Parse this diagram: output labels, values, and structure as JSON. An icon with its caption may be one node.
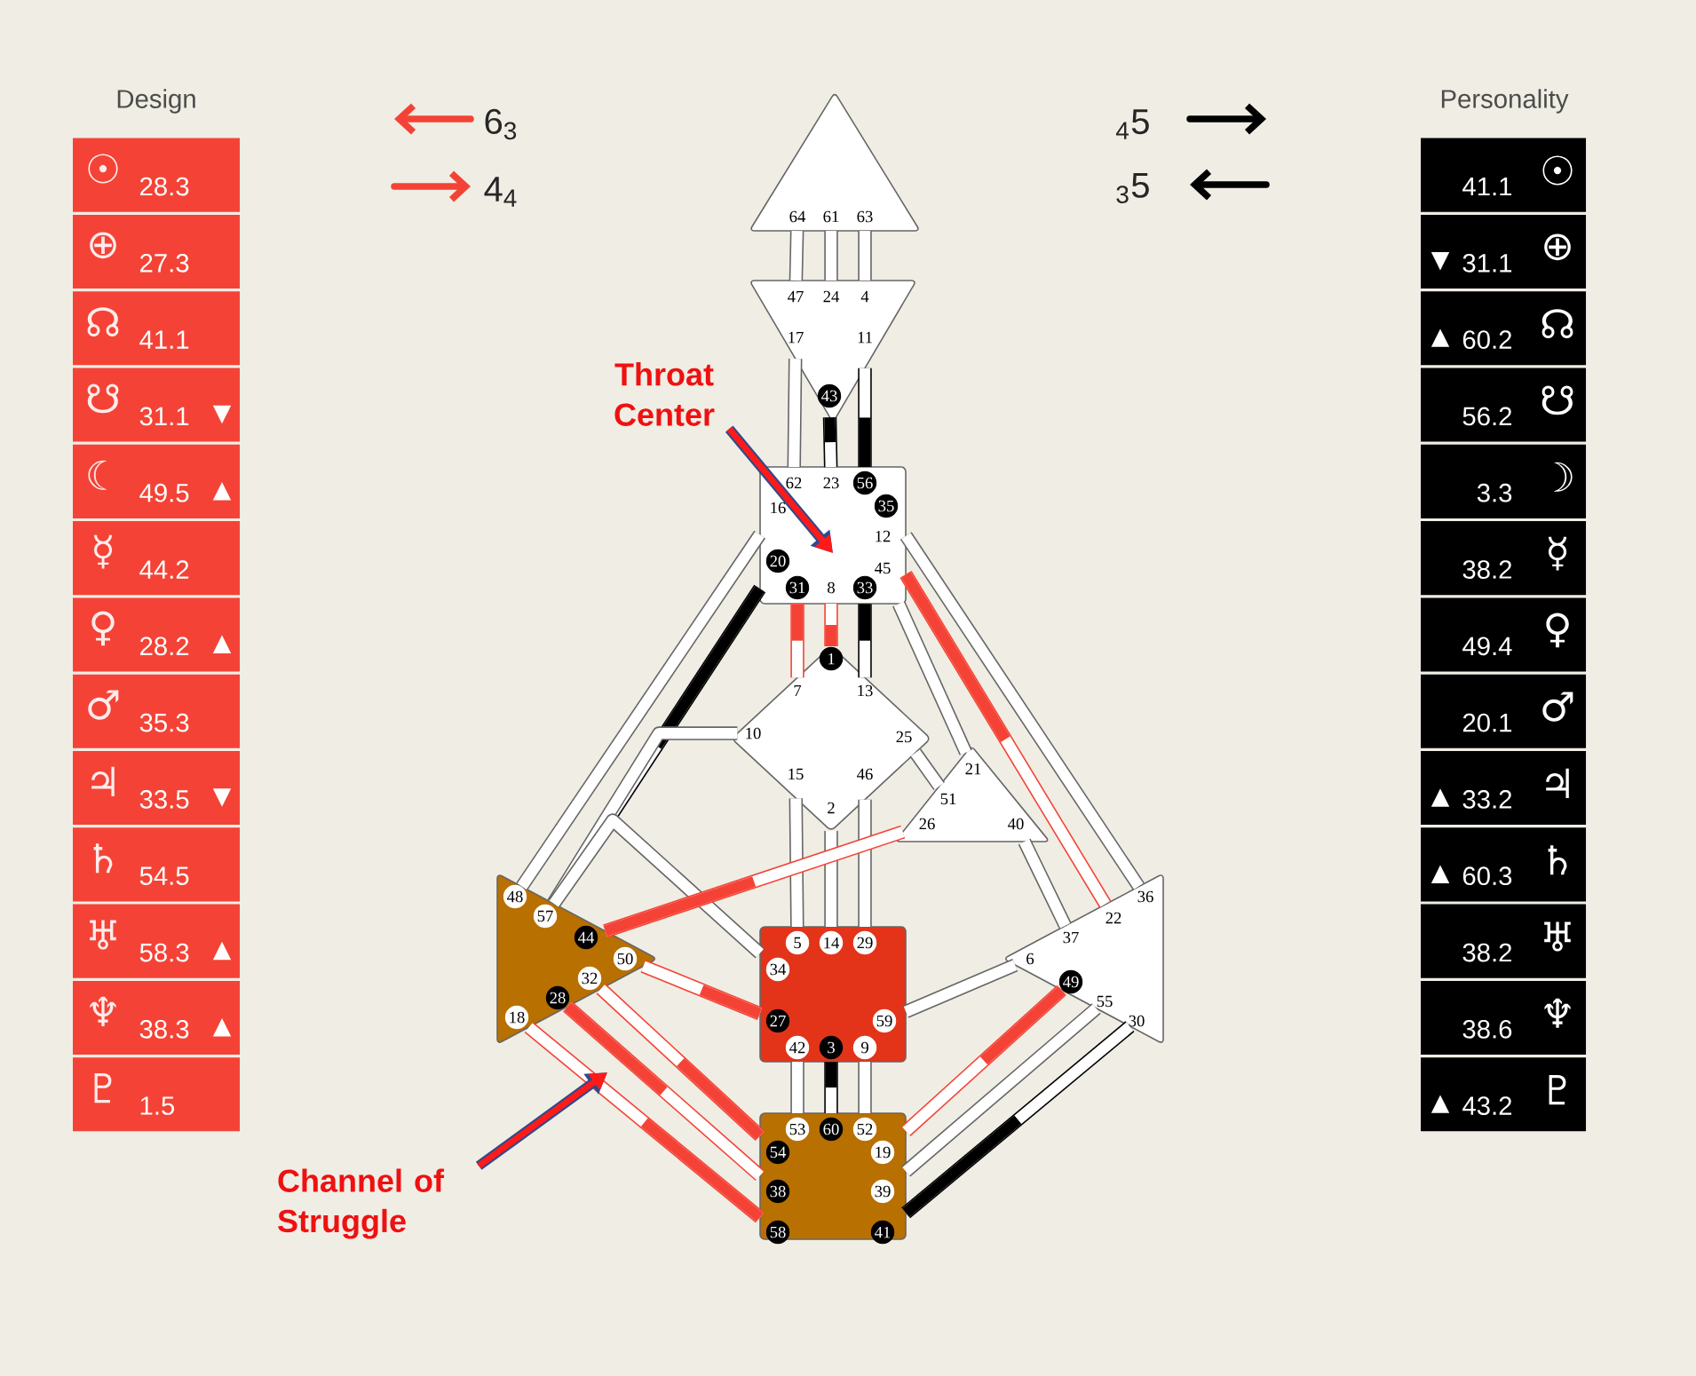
{
  "diagram": {
    "nodes": [
      {
        "text": [
          "64",
          "61",
          "63"
        ]
      },
      {
        "text": [
          "47",
          "24",
          "4",
          "17",
          "11",
          "43"
        ]
      },
      {
        "text": [
          "62",
          "23",
          "56",
          "16",
          "35",
          "12",
          "45",
          "20",
          "31",
          "8",
          "33"
        ]
      },
      {
        "text": [
          "1",
          "7",
          "13",
          "10",
          "25",
          "15",
          "46",
          "2"
        ]
      },
      {
        "text": [
          "21",
          "51",
          "26",
          "40"
        ]
      },
      {
        "text": [
          "48",
          "57",
          "44",
          "50",
          "32",
          "28",
          "18"
        ]
      },
      {
        "text": [
          "5",
          "14",
          "29",
          "34",
          "27",
          "59",
          "42",
          "3",
          "9"
        ]
      },
      {
        "text": [
          "36",
          "22",
          "37",
          "6",
          "49",
          "55",
          "30"
        ]
      },
      {
        "text": [
          "53",
          "60",
          "52",
          "54",
          "19",
          "38",
          "39",
          "58",
          "41"
        ]
      },
      {
        "text": [
          "Throat Center"
        ]
      },
      {
        "text": [
          "Channel of Struggle"
        ]
      }
    ],
    "edges": [
      {
        "from": 0,
        "to": 1,
        "arrow": "none"
      },
      {
        "from": 0,
        "to": 1,
        "arrow": "none"
      },
      {
        "from": 0,
        "to": 1,
        "arrow": "none"
      },
      {
        "from": 1,
        "to": 2,
        "arrow": "none"
      },
      {
        "from": 1,
        "to": 2,
        "arrow": "none",
        "color": "#000000"
      },
      {
        "from": 2,
        "to": 1,
        "arrow": "none",
        "color": "#000000"
      },
      {
        "from": 2,
        "to": 3,
        "arrow": "none",
        "color": "#f44336"
      },
      {
        "from": 3,
        "to": 2,
        "arrow": "none",
        "color": "#f44336"
      },
      {
        "from": 2,
        "to": 3,
        "arrow": "none",
        "color": "#000000"
      },
      {
        "from": 2,
        "to": 5,
        "arrow": "none"
      },
      {
        "from": 2,
        "to": 5,
        "arrow": "none",
        "color": "#000000"
      },
      {
        "from": 2,
        "to": 4,
        "arrow": "none"
      },
      {
        "from": 2,
        "to": 7,
        "arrow": "none"
      },
      {
        "from": 2,
        "to": 7,
        "arrow": "none",
        "color": "#f44336"
      },
      {
        "from": 3,
        "to": 5,
        "arrow": "none"
      },
      {
        "from": 6,
        "to": 5,
        "arrow": "none"
      },
      {
        "from": 3,
        "to": 4,
        "arrow": "none"
      },
      {
        "from": 3,
        "to": 6,
        "arrow": "none"
      },
      {
        "from": 3,
        "to": 6,
        "arrow": "none"
      },
      {
        "from": 3,
        "to": 6,
        "arrow": "none"
      },
      {
        "from": 5,
        "to": 4,
        "arrow": "none",
        "color": "#f44336"
      },
      {
        "from": 4,
        "to": 7,
        "arrow": "none"
      },
      {
        "from": 6,
        "to": 5,
        "arrow": "none",
        "color": "#f44336"
      },
      {
        "from": 6,
        "to": 7,
        "arrow": "none"
      },
      {
        "from": 6,
        "to": 8,
        "arrow": "none"
      },
      {
        "from": 6,
        "to": 8,
        "arrow": "none",
        "color": "#000000"
      },
      {
        "from": 6,
        "to": 8,
        "arrow": "none"
      },
      {
        "from": 8,
        "to": 5,
        "arrow": "none",
        "color": "#f44336"
      },
      {
        "from": 5,
        "to": 8,
        "arrow": "none",
        "color": "#f44336"
      },
      {
        "from": 8,
        "to": 5,
        "arrow": "none",
        "color": "#f44336"
      },
      {
        "from": 7,
        "to": 8,
        "arrow": "none",
        "color": "#f44336"
      },
      {
        "from": 8,
        "to": 7,
        "arrow": "none"
      },
      {
        "from": 8,
        "to": 7,
        "arrow": "none",
        "color": "#000000"
      },
      {
        "from": 9,
        "to": 2,
        "arrow": "to",
        "color": "#ff1a1a"
      },
      {
        "from": 10,
        "to": null,
        "arrow": "to",
        "color": "#ff1a1a"
      }
    ],
    "labels": [
      "Design",
      "☉",
      "28.3",
      "⊕",
      "27.3",
      "☊",
      "41.1",
      "☋",
      "31.1",
      "▼",
      "☾",
      "49.5",
      "▲",
      "☿",
      "44.2",
      "♀",
      "28.2",
      "▲",
      "♂",
      "35.3",
      "♃",
      "33.5",
      "▼",
      "♄",
      "54.5",
      "♅",
      "58.3",
      "▲",
      "♆",
      "38.3",
      "▲",
      "♇",
      "1.5",
      "6$_{3}$",
      "4$_{4}$",
      "$_{4}$5",
      "$_{3}$5",
      "Personality",
      "41.1",
      "☉",
      "▼",
      "31.1",
      "⊕",
      "▲",
      "60.2",
      "☊",
      "56.2",
      "☋",
      "3.3",
      "☽",
      "38.2",
      "☿",
      "49.4",
      "♀",
      "20.1",
      "♂",
      "▲",
      "33.2",
      "♃",
      "▲",
      "60.3",
      "♄",
      "38.2",
      "♅",
      "38.6",
      "♆",
      "▲",
      "43.2",
      "♇"
    ]
  }
}
